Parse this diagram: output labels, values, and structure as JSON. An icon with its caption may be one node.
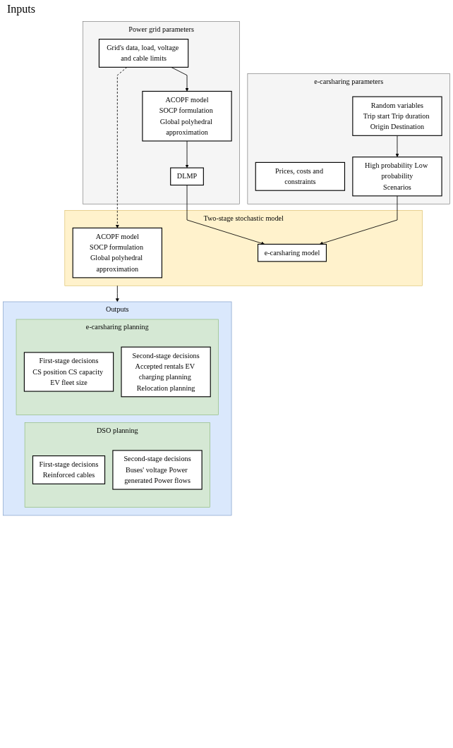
{
  "diagram": {
    "nodes": [
      {
        "text": [
          "Power grid parameters"
        ]
      },
      {
        "text": [
          "Grid's data, load, voltage and cable limits"
        ],
        "in": 0
      },
      {
        "text": [
          "ACOPF model",
          "SOCP formulation Global polyhedral approximation"
        ],
        "in": 0
      },
      {
        "text": [
          "DLMP"
        ],
        "in": 0
      },
      {
        "text": [
          "e-carsharing parameters"
        ]
      },
      {
        "text": [
          "Prices, costs and constraints"
        ],
        "in": 4
      },
      {
        "text": [
          "Random variables",
          "Trip start Trip duration Origin Destination"
        ],
        "in": 4
      },
      {
        "text": [
          "High probability Low probability",
          "Scenarios"
        ],
        "in": 4
      },
      {
        "text": [
          "Two-stage stochastic model"
        ]
      },
      {
        "text": [
          "ACOPF model",
          "SOCP formulation Global polyhedral approximation"
        ],
        "in": 8
      },
      {
        "text": [
          "e-carsharing model"
        ],
        "in": 8
      },
      {
        "text": [
          "Outputs"
        ]
      },
      {
        "text": [
          "e-carsharing planning"
        ],
        "in": 11
      },
      {
        "text": [
          "First-stage decisions",
          "CS position CS capacity EV fleet size"
        ],
        "in": 12
      },
      {
        "text": [
          "Second-stage decisions",
          "Accepted rentals EV charging planning Relocation planning"
        ],
        "in": 12
      },
      {
        "text": [
          "DSO planning"
        ],
        "in": 11
      },
      {
        "text": [
          "First-stage decisions",
          "Reinforced cables"
        ],
        "in": 15
      },
      {
        "text": [
          "Second-stage decisions",
          "Buses' voltage Power generated Power flows"
        ],
        "in": 15
      }
    ],
    "edges": [
      {
        "from": 1,
        "to": 2,
        "arrow": "to"
      },
      {
        "from": 2,
        "to": 3,
        "arrow": "to"
      },
      {
        "from": 1,
        "to": 9,
        "arrow": "to",
        "style": "dashed"
      },
      {
        "from": 3,
        "to": 10,
        "arrow": "to"
      },
      {
        "from": 6,
        "to": 7,
        "arrow": "to"
      },
      {
        "from": 7,
        "to": 10,
        "arrow": "to"
      },
      {
        "from": 8,
        "to": 11,
        "arrow": "to"
      }
    ],
    "labels": [
      "Inputs"
    ]
  }
}
